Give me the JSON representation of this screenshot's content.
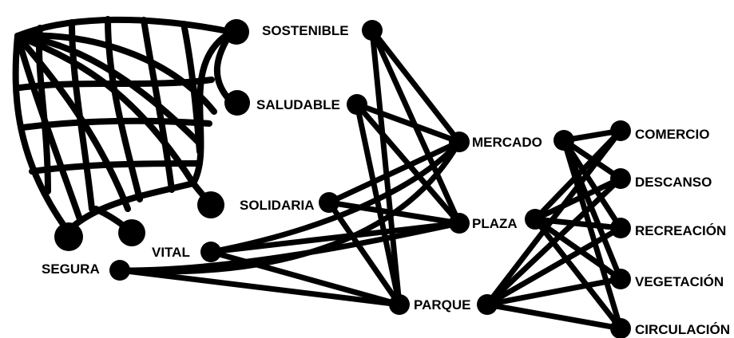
{
  "colors": {
    "ink": "#000000",
    "background": "#ffffff"
  },
  "left_nodes": {
    "sostenible": "SOSTENIBLE",
    "saludable": "SALUDABLE",
    "solidaria": "SOLIDARIA",
    "vital": "VITAL",
    "segura": "SEGURA"
  },
  "middle_nodes": {
    "mercado": "MERCADO",
    "plaza": "PLAZA",
    "parque": "PARQUE"
  },
  "right_nodes": {
    "comercio": "COMERCIO",
    "descanso": "DESCANSO",
    "recreacion": "RECREACIÓN",
    "vegetacion": "VEGETACIÓN",
    "circulacion": "CIRCULACIÓN"
  },
  "connections": {
    "qualities_to_spaces": "all",
    "spaces_to_features": "all"
  },
  "net_graphic": {
    "icon": "net-icon",
    "terminal_dots": 5
  }
}
